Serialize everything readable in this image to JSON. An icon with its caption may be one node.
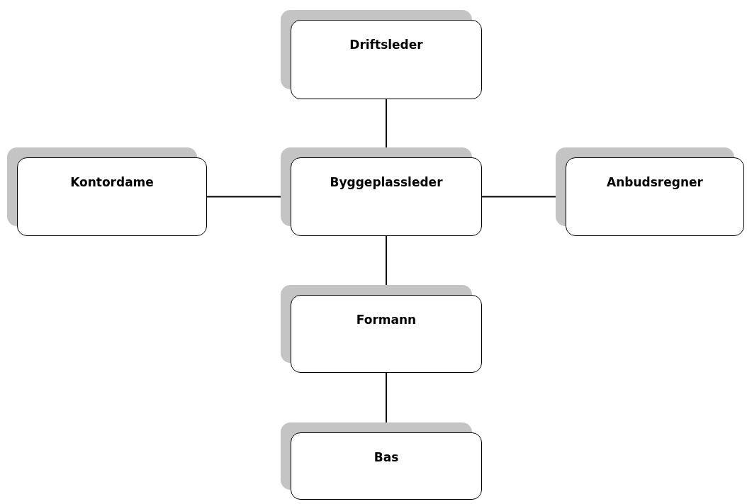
{
  "diagram": {
    "nodes": [
      {
        "text": [
          "Driftsleder"
        ]
      },
      {
        "text": [
          "Kontordame"
        ]
      },
      {
        "text": [
          "Byggeplassleder"
        ]
      },
      {
        "text": [
          "Anbudsregner"
        ]
      },
      {
        "text": [
          "Formann"
        ]
      },
      {
        "text": [
          "Bas"
        ]
      }
    ],
    "edges": [
      {
        "from": 0,
        "to": 2,
        "arrow": "none"
      },
      {
        "from": 1,
        "to": 2,
        "arrow": "none"
      },
      {
        "from": 2,
        "to": 3,
        "arrow": "none"
      },
      {
        "from": 2,
        "to": 4,
        "arrow": "none"
      },
      {
        "from": 4,
        "to": 5,
        "arrow": "none"
      }
    ]
  }
}
